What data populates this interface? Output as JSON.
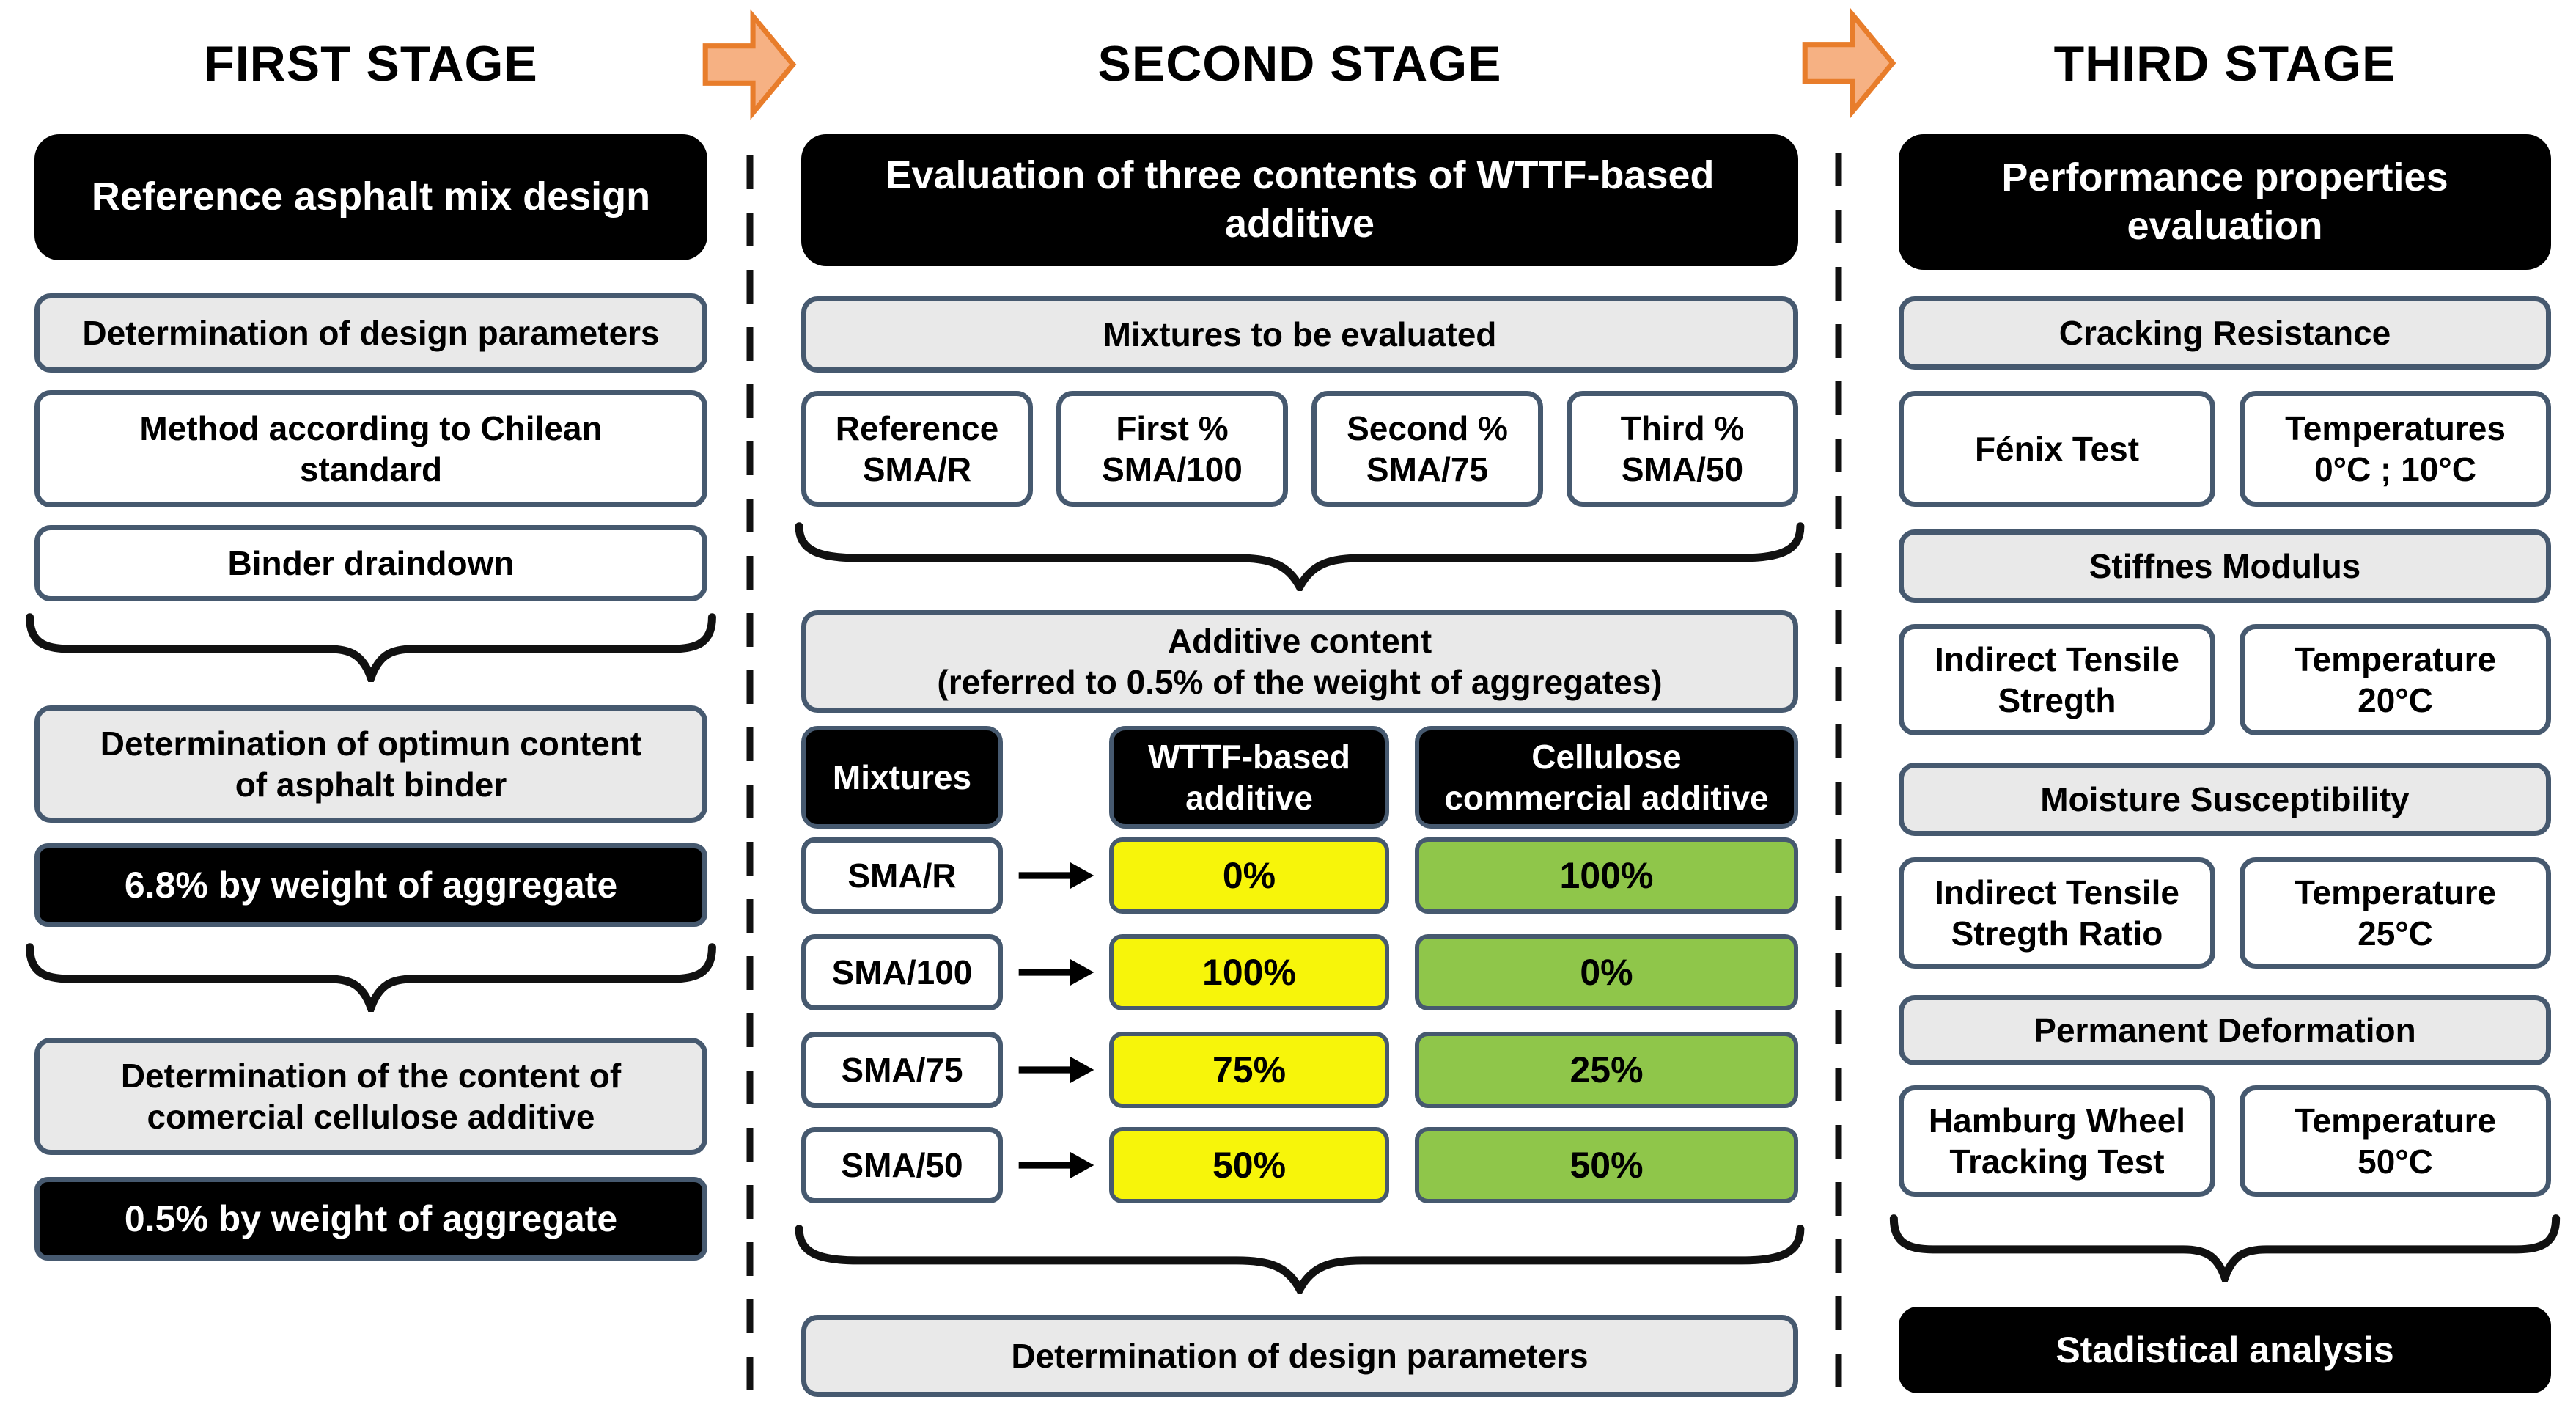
{
  "colors": {
    "box_border": "#46596f",
    "gray_fill": "#e9e9e9",
    "black_fill": "#000000",
    "yellow_fill": "#f7f50a",
    "green_fill": "#8fc64a",
    "arrow_fill": "#f6b183",
    "arrow_stroke": "#e87d2b"
  },
  "stage1": {
    "title": "FIRST STAGE",
    "header": "Reference asphalt mix design",
    "design_params": "Determination of design parameters",
    "method": {
      "line1": "Method according to Chilean",
      "line2": "standard"
    },
    "draindown": "Binder draindown",
    "optimum": {
      "line1": "Determination of optimun content",
      "line2": "of asphalt binder"
    },
    "optimum_value": "6.8% by weight of aggregate",
    "cellulose": {
      "line1": "Determination of the content of",
      "line2": "comercial cellulose additive"
    },
    "cellulose_value": "0.5% by weight of aggregate"
  },
  "stage2": {
    "title": "SECOND STAGE",
    "header": {
      "line1": "Evaluation of three contents of WTTF-based",
      "line2": "additive"
    },
    "mixtures_header": "Mixtures to be evaluated",
    "mixtures": [
      {
        "line1": "Reference",
        "line2": "SMA/R"
      },
      {
        "line1": "First %",
        "line2": "SMA/100"
      },
      {
        "line1": "Second %",
        "line2": "SMA/75"
      },
      {
        "line1": "Third %",
        "line2": "SMA/50"
      }
    ],
    "additive_header": {
      "line1": "Additive content",
      "line2": "(referred to 0.5% of the weight of aggregates)"
    },
    "table": {
      "col_mixtures": "Mixtures",
      "col_wttf": {
        "line1": "WTTF-based",
        "line2": "additive"
      },
      "col_cellulose": {
        "line1": "Cellulose",
        "line2": "commercial additive"
      },
      "rows": [
        {
          "mixture": "SMA/R",
          "wttf": "0%",
          "cellulose": "100%"
        },
        {
          "mixture": "SMA/100",
          "wttf": "100%",
          "cellulose": "0%"
        },
        {
          "mixture": "SMA/75",
          "wttf": "75%",
          "cellulose": "25%"
        },
        {
          "mixture": "SMA/50",
          "wttf": "50%",
          "cellulose": "50%"
        }
      ]
    },
    "footer": "Determination of design parameters"
  },
  "stage3": {
    "title": "THIRD STAGE",
    "header": {
      "line1": "Performance properties",
      "line2": "evaluation"
    },
    "sections": [
      {
        "header": "Cracking Resistance",
        "test": {
          "line1": "Fénix Test",
          "line2": ""
        },
        "temp": {
          "line1": "Temperatures",
          "line2": "0°C ; 10°C"
        }
      },
      {
        "header": "Stiffnes Modulus",
        "test": {
          "line1": "Indirect Tensile",
          "line2": "Stregth"
        },
        "temp": {
          "line1": "Temperature",
          "line2": "20°C"
        }
      },
      {
        "header": "Moisture Susceptibility",
        "test": {
          "line1": "Indirect Tensile",
          "line2": "Stregth Ratio"
        },
        "temp": {
          "line1": "Temperature",
          "line2": "25°C"
        }
      },
      {
        "header": "Permanent Deformation",
        "test": {
          "line1": "Hamburg Wheel",
          "line2": "Tracking Test"
        },
        "temp": {
          "line1": "Temperature",
          "line2": "50°C"
        }
      }
    ],
    "footer": "Stadistical analysis"
  }
}
